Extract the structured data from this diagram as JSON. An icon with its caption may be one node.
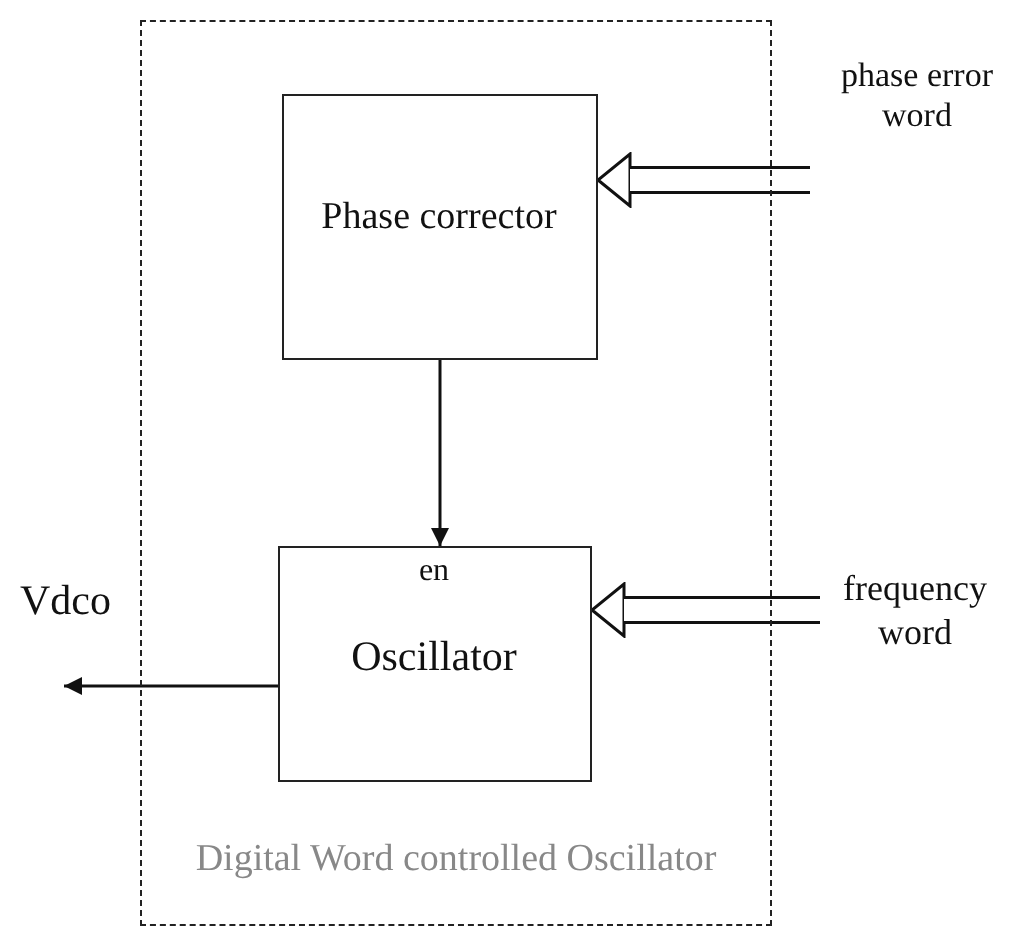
{
  "diagram": {
    "nodes": [
      {
        "text": [
          "Digital Word controlled Oscillator"
        ]
      },
      {
        "text": [
          "Phase corrector"
        ],
        "in": 0
      },
      {
        "text": [
          "en",
          "Oscillator"
        ],
        "in": 0
      },
      {
        "text": [
          "phase error word"
        ]
      },
      {
        "text": [
          "frequency word"
        ]
      }
    ],
    "edges": [
      {
        "from": 1,
        "to": 2,
        "arrow": "to"
      },
      {
        "from": 2,
        "to": null,
        "arrow": "to"
      },
      {
        "from": 3,
        "to": 1,
        "arrow": "to",
        "style": "thick"
      },
      {
        "from": 4,
        "to": 2,
        "arrow": "to",
        "style": "thick"
      }
    ],
    "labels": [
      "Vdco"
    ]
  }
}
